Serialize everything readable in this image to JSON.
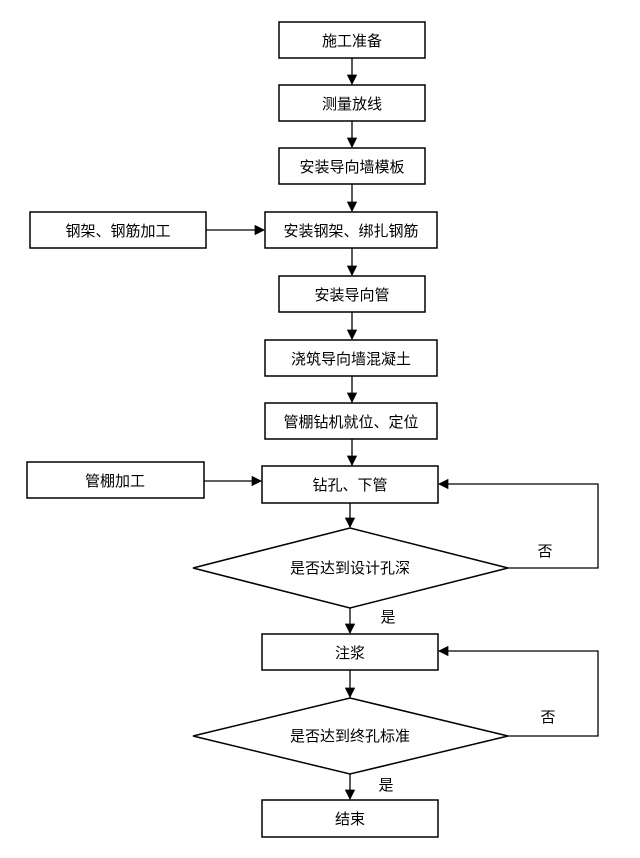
{
  "nodes": {
    "prep": "施工准备",
    "survey": "测量放线",
    "formwork": "安装导向墙模板",
    "steel_install": "安装钢架、绑扎钢筋",
    "steel_process": "钢架、钢筋加工",
    "guide_pipe": "安装导向管",
    "pour": "浇筑导向墙混凝土",
    "rig_position": "管棚钻机就位、定位",
    "pipe_process": "管棚加工",
    "drill": "钻孔、下管",
    "check_depth": "是否达到设计孔深",
    "grout": "注浆",
    "check_grout": "是否达到终孔标准",
    "end": "结束"
  },
  "edge_labels": {
    "depth_no": "否",
    "depth_yes": "是",
    "grout_no": "否",
    "grout_yes": "是"
  }
}
